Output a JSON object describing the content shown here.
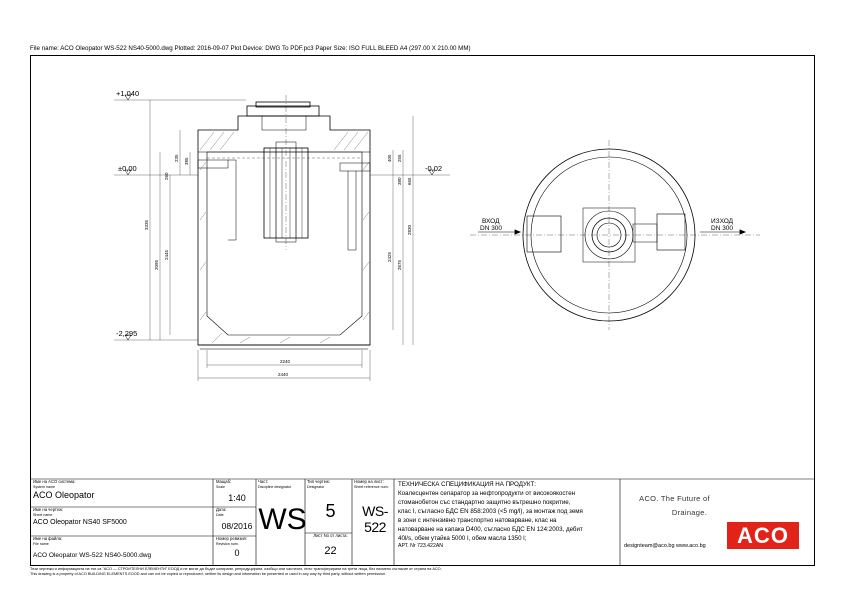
{
  "header": {
    "text": "File name: ACO Oleopator WS-522 NS40-5000.dwg   Plotted: 2016-09-07   Plot Device: DWG To PDF.pc3   Paper Size: ISO FULL BLEED A4 (297.00 X 210.00 MM)"
  },
  "drawing": {
    "levels": {
      "top": "+1,040",
      "zero": "±0,00",
      "bottom": "-2,295",
      "outlet": "-0,02"
    },
    "dims": {
      "d235": "235",
      "d385": "385",
      "d260": "260",
      "d3335": "3335",
      "d2095": "2095",
      "d2445": "2445",
      "d405": "405",
      "d255": "255",
      "d380": "380",
      "d665": "665",
      "d2425": "2425",
      "d2675": "2675",
      "d2830": "2830",
      "d2240": "2240",
      "d2440": "2440"
    },
    "inlet": {
      "label": "ВХОД",
      "size": "DN 300"
    },
    "outlet": {
      "label": "ИЗХОД",
      "size": "DN 300"
    }
  },
  "titleblock": {
    "system_label": "Име на ACO система:",
    "system_label_en": "System name",
    "system_value": "ACO Oleopator",
    "sheet_label": "Име на чертеж:",
    "sheet_label_en": "Sheet name",
    "sheet_value": "ACO Oleopator NS40 SF5000",
    "file_label": "Име на файла:",
    "file_label_en": "File name",
    "file_value": "ACO Oleopator WS-522 NS40-5000.dwg",
    "scale_label": "Мащаб:",
    "scale_label_en": "Scale",
    "scale_value": "1:40",
    "date_label": "Дата:",
    "date_label_en": "Date",
    "date_value": "08/2016",
    "rev_label": "Номер ревизия:",
    "rev_label_en": "Revision num.",
    "rev_value": "0",
    "part_label": "Част:",
    "part_label_en": "Discipline designator",
    "part_value": "WS",
    "type_label": "Тип чертеж:",
    "type_label_en": "Designator",
    "type_value": "5",
    "sheetno_label": "Лист No от листа:",
    "sheetno_value": "22",
    "ref_label": "Номер на лист:",
    "ref_label_en": "Sheet reference num.",
    "ref_value": "WS-522",
    "spec_title": "ТЕХНИЧЕСКА СПЕЦИФИКАЦИЯ НА ПРОДУКТ:",
    "spec_lines": [
      "Коалесцентен сепаратор за нефтопродукти от високоякостен",
      "стоманобетон със стандартно защитно вътрешно покритие,",
      "клас I, съгласно БДС EN 858:2003 (<5 mg/l), за монтаж под земя",
      "в зони с интензивно транспортно натоварване, клас на",
      "натоварване на капака D400, съгласно БДС EN 124:2003, дебит",
      "40l/s, обем утайка 5000 l, обем масла 1350 l;",
      "АРТ. Nr 723.422AN"
    ],
    "brand_lines": [
      "ACO. The Future of",
      "Drainage."
    ],
    "contact": "designteam@aco.bg  www.aco.bg",
    "logo": "ACO"
  },
  "footer": {
    "line1": "Тези чертежи и информацията на тях са \"ACO — СТРОИТЕЛНИ ЕЛЕМЕНТИ\" ЕООД и не могат да бъдат копирани, репродуцирани, изобщо или частично, нито трансферирани на трети лица, без писмено съгласие от страна на ACO.",
    "line2": "This drawing is a property of ACO BUILDING ELEMENTS EOOD and can not be copied or reproduced, neither its design and information be presented or used in any way by third party, without written permission."
  }
}
